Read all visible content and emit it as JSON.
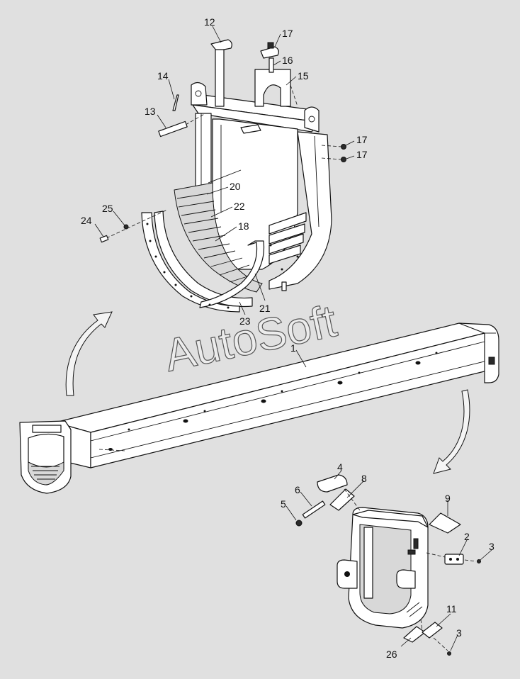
{
  "watermark": "AutoSoft",
  "callouts": [
    {
      "id": "c1",
      "text": "1"
    },
    {
      "id": "c2",
      "text": "2"
    },
    {
      "id": "c3a",
      "text": "3"
    },
    {
      "id": "c3b",
      "text": "3"
    },
    {
      "id": "c4",
      "text": "4"
    },
    {
      "id": "c5",
      "text": "5"
    },
    {
      "id": "c6",
      "text": "6"
    },
    {
      "id": "c8",
      "text": "8"
    },
    {
      "id": "c9",
      "text": "9"
    },
    {
      "id": "c11",
      "text": "11"
    },
    {
      "id": "c12",
      "text": "12"
    },
    {
      "id": "c13",
      "text": "13"
    },
    {
      "id": "c14",
      "text": "14"
    },
    {
      "id": "c15",
      "text": "15"
    },
    {
      "id": "c16",
      "text": "16"
    },
    {
      "id": "c17a",
      "text": "17"
    },
    {
      "id": "c17b",
      "text": "17"
    },
    {
      "id": "c17c",
      "text": "17"
    },
    {
      "id": "c18",
      "text": "18"
    },
    {
      "id": "c20",
      "text": "20"
    },
    {
      "id": "c21",
      "text": "21"
    },
    {
      "id": "c22",
      "text": "22"
    },
    {
      "id": "c23",
      "text": "23"
    },
    {
      "id": "c24",
      "text": "24"
    },
    {
      "id": "c25",
      "text": "25"
    },
    {
      "id": "c26",
      "text": "26"
    }
  ]
}
